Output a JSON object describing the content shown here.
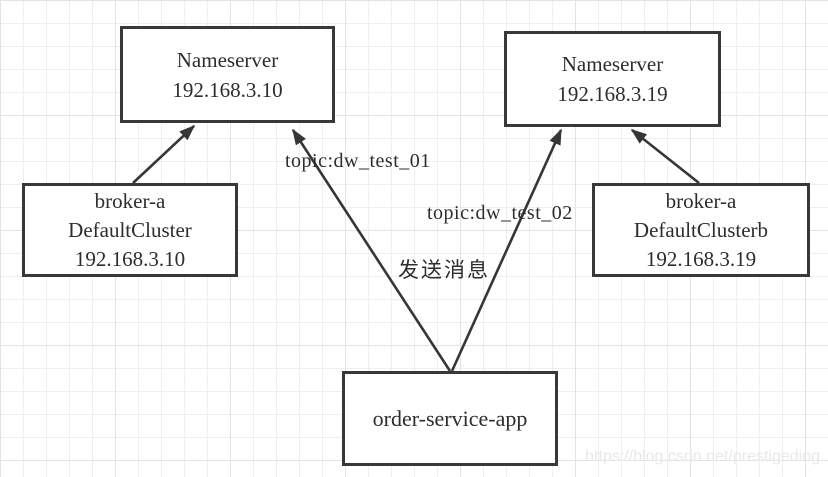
{
  "colors": {
    "node_border": "#383838",
    "arrow": "#363636",
    "text": "#2d2d2d",
    "grid_minor": "#efefef",
    "grid_major": "#e3e3e3",
    "watermark": "#e8e8e8"
  },
  "nodes": [
    {
      "id": "nameserver-10",
      "lines": [
        "Nameserver",
        "192.168.3.10"
      ]
    },
    {
      "id": "nameserver-19",
      "lines": [
        "Nameserver",
        "192.168.3.19"
      ]
    },
    {
      "id": "broker-a-cluster",
      "lines": [
        "broker-a",
        "DefaultCluster",
        "192.168.3.10"
      ]
    },
    {
      "id": "broker-a-clusterb",
      "lines": [
        "broker-a",
        "DefaultClusterb",
        "192.168.3.19"
      ]
    },
    {
      "id": "order-service-app",
      "lines": [
        "order-service-app"
      ]
    }
  ],
  "edges": [
    {
      "from": "broker-a-cluster",
      "to": "nameserver-10",
      "label": ""
    },
    {
      "from": "order-service-app",
      "to": "nameserver-10",
      "label": "topic:dw_test_01"
    },
    {
      "from": "order-service-app",
      "to": "nameserver-19",
      "label": "topic:dw_test_02"
    },
    {
      "from": "broker-a-clusterb",
      "to": "nameserver-19",
      "label": ""
    }
  ],
  "edge_labels": [
    {
      "text": "topic:dw_test_01"
    },
    {
      "text": "topic:dw_test_02"
    },
    {
      "text": "发送消息"
    }
  ],
  "page": {
    "watermark": "https://blog.csdn.net/prestigeding"
  }
}
